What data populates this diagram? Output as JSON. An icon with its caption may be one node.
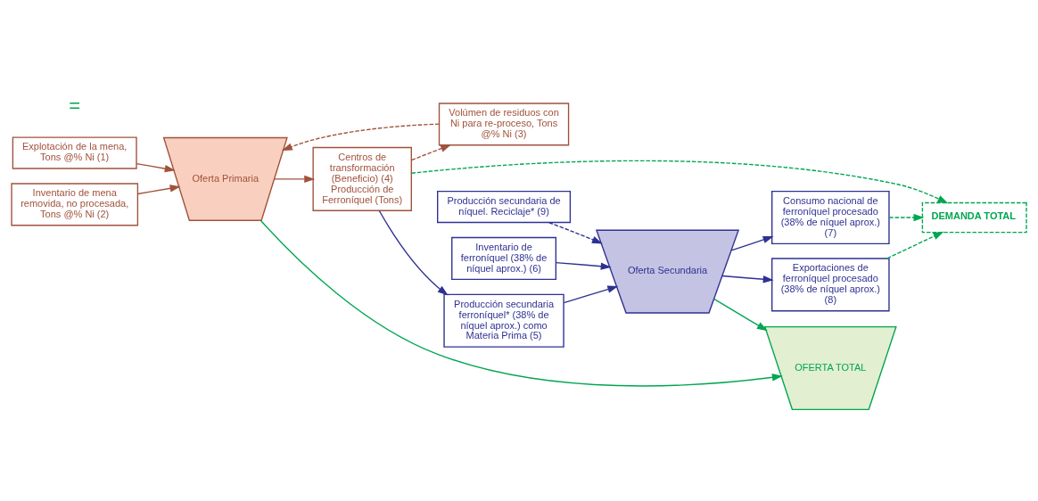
{
  "diagram": {
    "nodes": [
      {
        "text": [
          "Explotación de la mena, Tons @% Ni (1)"
        ]
      },
      {
        "text": [
          "Inventario de mena removida, no procesada, Tons @% Ni (2)"
        ]
      },
      {
        "text": [
          "Volúmen de residuos con Ni para re-proceso, Tons @% Ni (3)"
        ]
      },
      {
        "text": [
          "Oferta Primaria"
        ]
      },
      {
        "text": [
          "Centros de transformación (Beneficio) (4) Producción de Ferroníquel (Tons)"
        ]
      },
      {
        "text": [
          "Producción secundaria de níquel. Reciclaje* (9)"
        ]
      },
      {
        "text": [
          "Producción secundaria ferroníquel* (38% de níquel aprox.) como Materia Prima (5)"
        ]
      },
      {
        "text": [
          "Inventario de ferroníquel (38% de níquel aprox.) (6)"
        ]
      },
      {
        "text": [
          "Oferta Secundaria"
        ]
      },
      {
        "text": [
          "Consumo nacional de ferroníquel procesado (38% de níquel aprox.) (7)"
        ]
      },
      {
        "text": [
          "Exportaciones de ferroníquel procesado (38% de níquel aprox.) (8)"
        ]
      },
      {
        "text": [
          "OFERTA TOTAL"
        ]
      },
      {
        "text": [
          "DEMANDA TOTAL"
        ]
      }
    ],
    "edges": [
      {
        "from": 0,
        "to": 3,
        "arrow": "to",
        "color": "#a0523c"
      },
      {
        "from": 1,
        "to": 3,
        "arrow": "to",
        "color": "#a0523c"
      },
      {
        "from": 2,
        "to": 3,
        "arrow": "to",
        "style": "dashed",
        "color": "#a0523c"
      },
      {
        "from": 3,
        "to": 4,
        "arrow": "to",
        "color": "#a0523c"
      },
      {
        "from": 4,
        "to": 2,
        "arrow": "to",
        "style": "dashed",
        "color": "#a0523c"
      },
      {
        "from": 4,
        "to": 6,
        "arrow": "to"
      },
      {
        "from": 5,
        "to": 8,
        "arrow": "to",
        "style": "dashed"
      },
      {
        "from": 6,
        "to": 8,
        "arrow": "to"
      },
      {
        "from": 7,
        "to": 8,
        "arrow": "to"
      },
      {
        "from": 8,
        "to": 9,
        "arrow": "to"
      },
      {
        "from": 8,
        "to": 10,
        "arrow": "to"
      },
      {
        "from": 3,
        "to": 11,
        "arrow": "to",
        "color": "#00a651"
      },
      {
        "from": 8,
        "to": 11,
        "arrow": "to",
        "color": "#00a651"
      },
      {
        "from": 4,
        "to": 12,
        "arrow": "to",
        "style": "dashed",
        "color": "#00a651"
      },
      {
        "from": 9,
        "to": 12,
        "arrow": "to",
        "style": "dashed",
        "color": "#00a651"
      },
      {
        "from": 10,
        "to": 12,
        "arrow": "to",
        "style": "dashed",
        "color": "#00a651"
      }
    ],
    "labels": [
      "="
    ]
  }
}
